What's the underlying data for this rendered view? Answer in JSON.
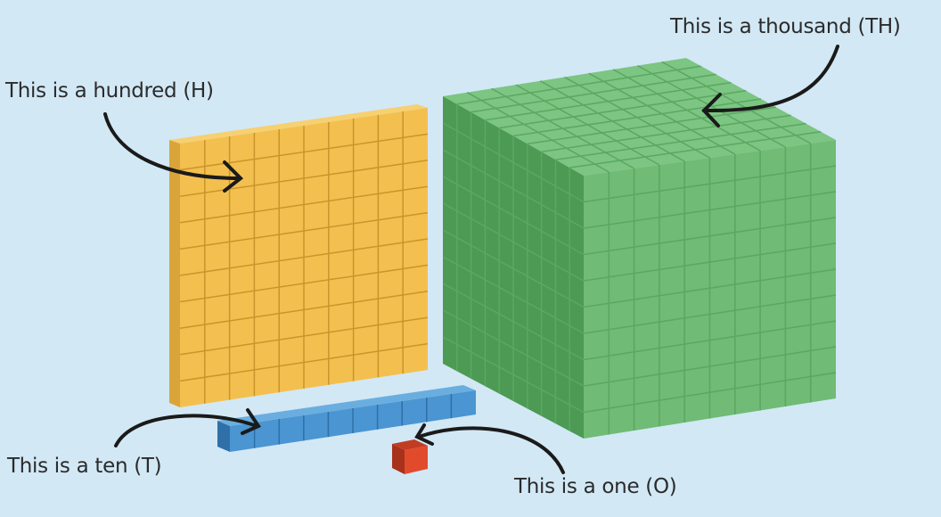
{
  "labels": {
    "hundred": "This is a hundred (H)",
    "thousand": "This is a thousand (TH)",
    "ten": "This is a ten (T)",
    "one": "This is a one (O)"
  },
  "blocks": {
    "hundred": {
      "color": "#f3c04f",
      "shade": "#d9a53a",
      "grid": "10x10"
    },
    "thousand": {
      "color": "#6dba72",
      "shade": "#4c9a54",
      "grid": "10x10x10"
    },
    "ten": {
      "color": "#4a95d2",
      "shade": "#2f70a8",
      "count": 10
    },
    "one": {
      "color": "#e14b2c",
      "shade": "#a8311c",
      "count": 1
    }
  },
  "background": "#d2e8f5"
}
